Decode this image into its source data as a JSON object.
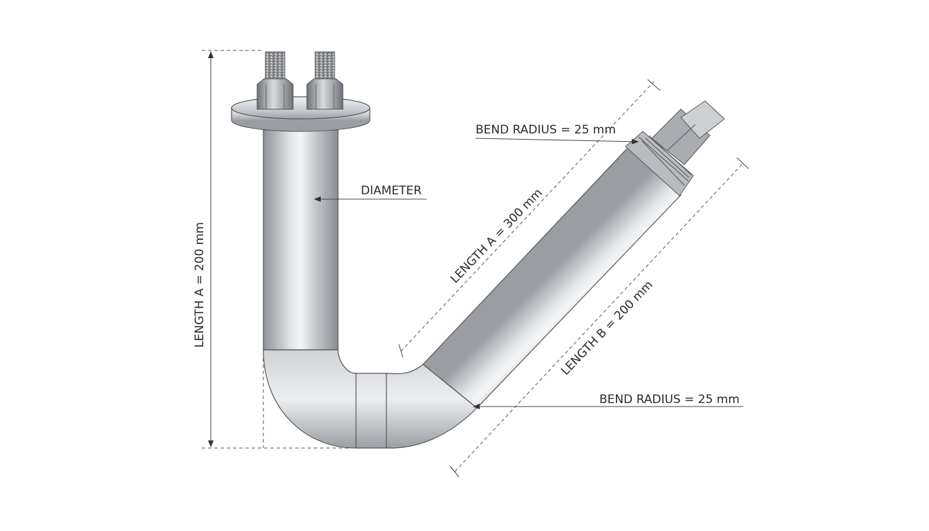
{
  "labels": {
    "diameter": "DIAMETER",
    "bend_radius_top": "BEND RADIUS = 25 mm",
    "bend_radius_bottom": "BEND RADIUS = 25 mm",
    "length_a_vertical": "LENGTH  A = 200 mm",
    "length_a_diagonal": "LENGTH A = 300 mm",
    "length_b_diagonal": "LENGTH B = 200 mm"
  },
  "colors": {
    "metal_dark": "#8e9297",
    "metal_mid": "#c4c7cb",
    "metal_light": "#f2f3f4",
    "line": "#444444"
  }
}
